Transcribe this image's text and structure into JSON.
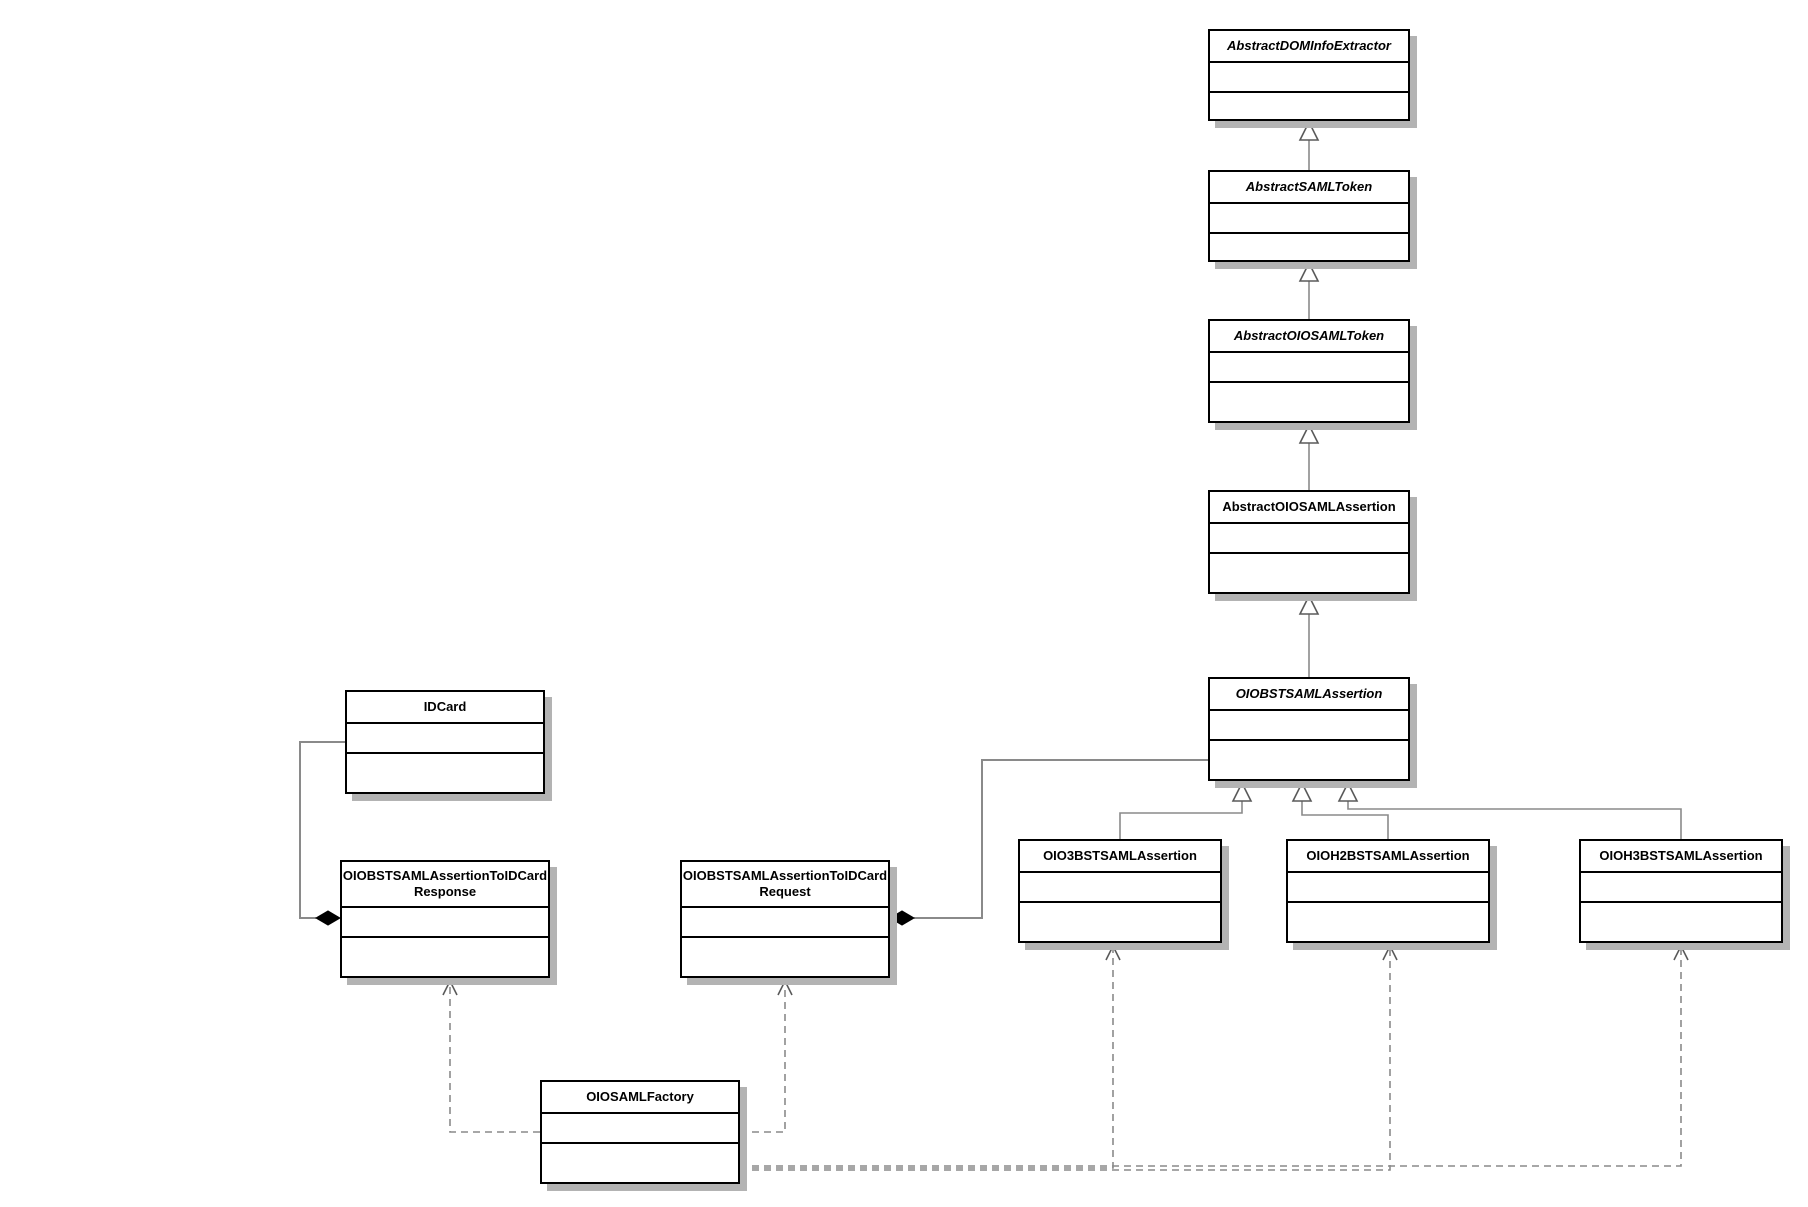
{
  "diagram": {
    "type": "uml-class-diagram",
    "colors": {
      "background": "#ffffff",
      "box_fill": "#ffffff",
      "box_border": "#000000",
      "box_shadow": "#b3b3b3",
      "connector": "#8a8a8a",
      "composition_diamond": "#000000"
    },
    "classes": [
      {
        "name": "AbstractDOMInfoExtractor",
        "abstract": true,
        "attributes": [],
        "methods": []
      },
      {
        "name": "AbstractSAMLToken",
        "abstract": true,
        "attributes": [],
        "methods": []
      },
      {
        "name": "AbstractOIOSAMLToken",
        "abstract": true,
        "attributes": [],
        "methods": []
      },
      {
        "name": "AbstractOIOSAMLAssertion",
        "abstract": false,
        "attributes": [],
        "methods": []
      },
      {
        "name": "OIOBSTSAMLAssertion",
        "abstract": true,
        "attributes": [],
        "methods": []
      },
      {
        "name": "OIO3BSTSAMLAssertion",
        "abstract": false,
        "attributes": [],
        "methods": []
      },
      {
        "name": "OIOH2BSTSAMLAssertion",
        "abstract": false,
        "attributes": [],
        "methods": []
      },
      {
        "name": "OIOH3BSTSAMLAssertion",
        "abstract": false,
        "attributes": [],
        "methods": []
      },
      {
        "name": "IDCard",
        "abstract": false,
        "attributes": [],
        "methods": []
      },
      {
        "name": "OIOBSTSAMLAssertionToIDCard\nResponse",
        "abstract": false,
        "attributes": [],
        "methods": []
      },
      {
        "name": "OIOBSTSAMLAssertionToIDCard\nRequest",
        "abstract": false,
        "attributes": [],
        "methods": []
      },
      {
        "name": "OIOSAMLFactory",
        "abstract": false,
        "attributes": [],
        "methods": []
      }
    ],
    "relations": [
      {
        "type": "generalization",
        "from": "AbstractSAMLToken",
        "to": "AbstractDOMInfoExtractor"
      },
      {
        "type": "generalization",
        "from": "AbstractOIOSAMLToken",
        "to": "AbstractSAMLToken"
      },
      {
        "type": "generalization",
        "from": "AbstractOIOSAMLAssertion",
        "to": "AbstractOIOSAMLToken"
      },
      {
        "type": "generalization",
        "from": "OIOBSTSAMLAssertion",
        "to": "AbstractOIOSAMLAssertion"
      },
      {
        "type": "generalization",
        "from": "OIO3BSTSAMLAssertion",
        "to": "OIOBSTSAMLAssertion"
      },
      {
        "type": "generalization",
        "from": "OIOH2BSTSAMLAssertion",
        "to": "OIOBSTSAMLAssertion"
      },
      {
        "type": "generalization",
        "from": "OIOH3BSTSAMLAssertion",
        "to": "OIOBSTSAMLAssertion"
      },
      {
        "type": "composition",
        "owner": "OIOBSTSAMLAssertionToIDCardResponse",
        "part": "IDCard"
      },
      {
        "type": "composition",
        "owner": "OIOBSTSAMLAssertionToIDCardRequest",
        "part": "OIOBSTSAMLAssertion"
      },
      {
        "type": "dependency",
        "from": "OIOSAMLFactory",
        "to": "OIOBSTSAMLAssertionToIDCardResponse"
      },
      {
        "type": "dependency",
        "from": "OIOSAMLFactory",
        "to": "OIOBSTSAMLAssertionToIDCardRequest"
      },
      {
        "type": "dependency",
        "from": "OIOSAMLFactory",
        "to": "OIO3BSTSAMLAssertion"
      },
      {
        "type": "dependency",
        "from": "OIOSAMLFactory",
        "to": "OIOH2BSTSAMLAssertion"
      },
      {
        "type": "dependency",
        "from": "OIOSAMLFactory",
        "to": "OIOH3BSTSAMLAssertion"
      }
    ]
  }
}
